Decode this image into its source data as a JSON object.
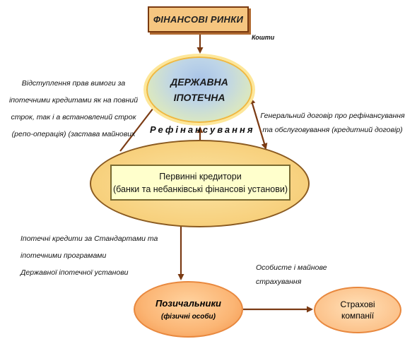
{
  "nodes": {
    "financial_markets": "ФІНАНСОВІ РИНКИ",
    "state_mortgage": [
      "ДЕРЖАВНА",
      "ІПОТЕЧНА"
    ],
    "primary_creditors": [
      "Первинні кредитори",
      "(банки та небанківські фінансові установи)"
    ],
    "borrowers": {
      "title": "Позичальники",
      "subtitle": "(фізичні особи)"
    },
    "insurance": [
      "Страхові",
      "компанії"
    ]
  },
  "labels": {
    "funds": "Кошти",
    "refinancing": "Рефінансування",
    "assignment": [
      "Відступлення прав вимоги за",
      "іпотечними кредитами як на повний",
      "строк, так і а встановлений строк",
      "(репо-операція) (застава майнових"
    ],
    "general_agreement": [
      "Генеральний договір про рефінансування",
      "та обслуговування (кредитний договір)"
    ],
    "standards": [
      "Іпотечні кредити за Стандартами та",
      "іпотечними програмами",
      "Державної іпотечної установи"
    ],
    "insurance_personal": [
      "Особисте і майнове",
      "страхування"
    ]
  },
  "colors": {
    "arrow": "#7b3b14",
    "markets_fill": "#f6c680",
    "state_halo": "#fde79a",
    "primary_fill": "#f7d07c",
    "borrowers_fill": "#fbb574"
  }
}
